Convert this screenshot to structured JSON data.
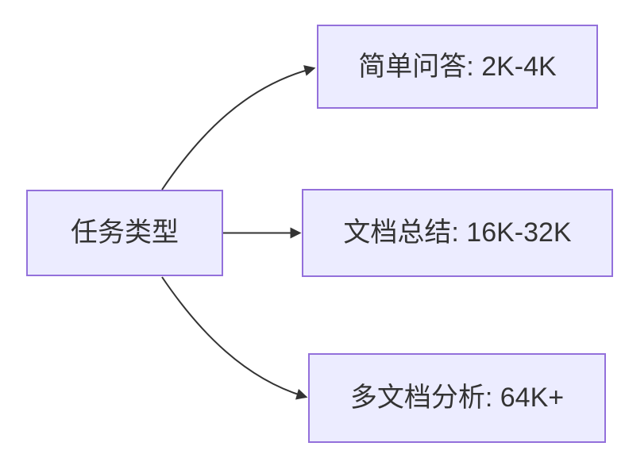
{
  "diagram": {
    "type": "flowchart-left-to-right",
    "root_node": {
      "label": "任务类型"
    },
    "branch_nodes": [
      {
        "label": "简单问答: 2K-4K"
      },
      {
        "label": "文档总结: 16K-32K"
      },
      {
        "label": "多文档分析: 64K+"
      }
    ],
    "edges": [
      {
        "from": "任务类型",
        "to": "简单问答: 2K-4K"
      },
      {
        "from": "任务类型",
        "to": "文档总结: 16K-32K"
      },
      {
        "from": "任务类型",
        "to": "多文档分析: 64K+"
      }
    ],
    "colors": {
      "node_fill": "#ECECFF",
      "node_border": "#9370DB",
      "edge_line": "#333333",
      "text": "#333333",
      "background": "#FFFFFF"
    }
  }
}
